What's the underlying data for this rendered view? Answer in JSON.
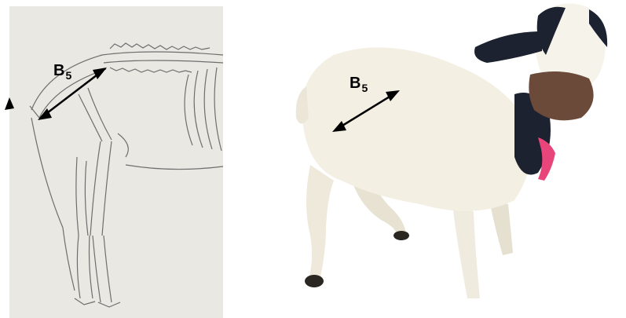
{
  "figure": {
    "left_panel": {
      "measurement_label": {
        "main": "B",
        "sub": "5"
      }
    },
    "right_panel": {
      "measurement_label": {
        "main": "B",
        "sub": "5"
      }
    }
  },
  "colors": {
    "sketch_paper": "#e9e8e2",
    "pencil": "#6e6e6e",
    "fleece": "#f3efe3",
    "head_dark": "#1d2230",
    "hand": "#6b4a3a",
    "collar": "#e8457a",
    "arrow": "#000000"
  }
}
